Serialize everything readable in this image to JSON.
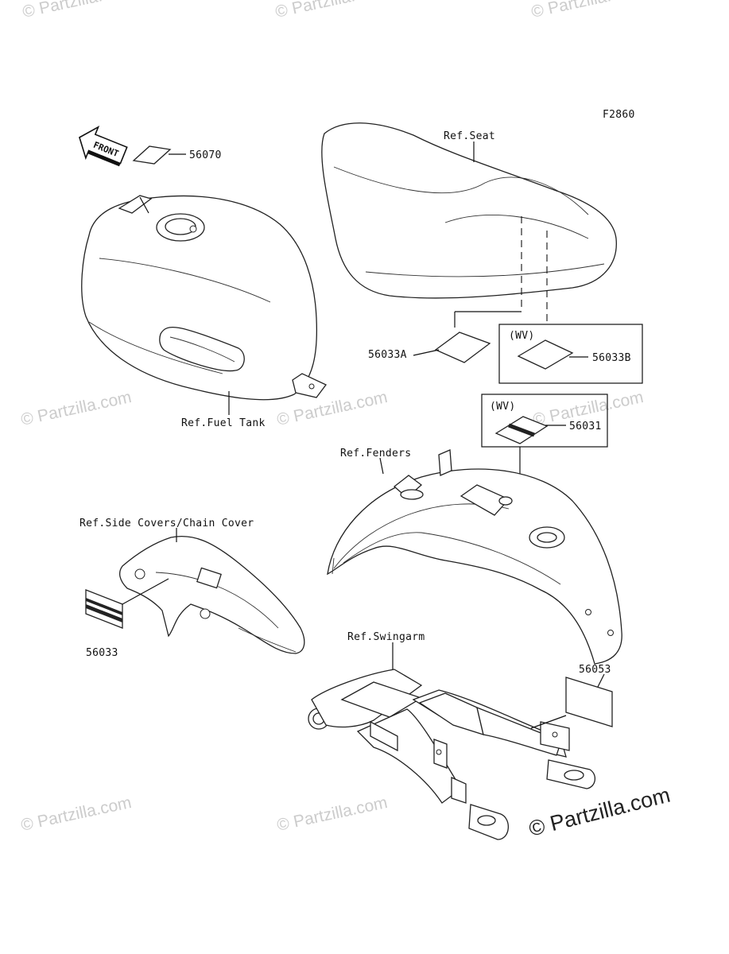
{
  "figure_code": "F2860",
  "front_arrow_label": "FRONT",
  "labels": {
    "p56070": "56070",
    "ref_fuel_tank": "Ref.Fuel Tank",
    "ref_seat": "Ref.Seat",
    "p56033a": "56033A",
    "wv_seat": "(WV)",
    "p56033b": "56033B",
    "wv_fender": "(WV)",
    "p56031": "56031",
    "ref_fenders": "Ref.Fenders",
    "ref_side_covers": "Ref.Side Covers/Chain Cover",
    "p56033": "56033",
    "ref_swingarm": "Ref.Swingarm",
    "p56053": "56053"
  },
  "watermark": {
    "text": "© Partzilla.com",
    "main_text": "© Partzilla.com",
    "color": "#cccccc"
  }
}
